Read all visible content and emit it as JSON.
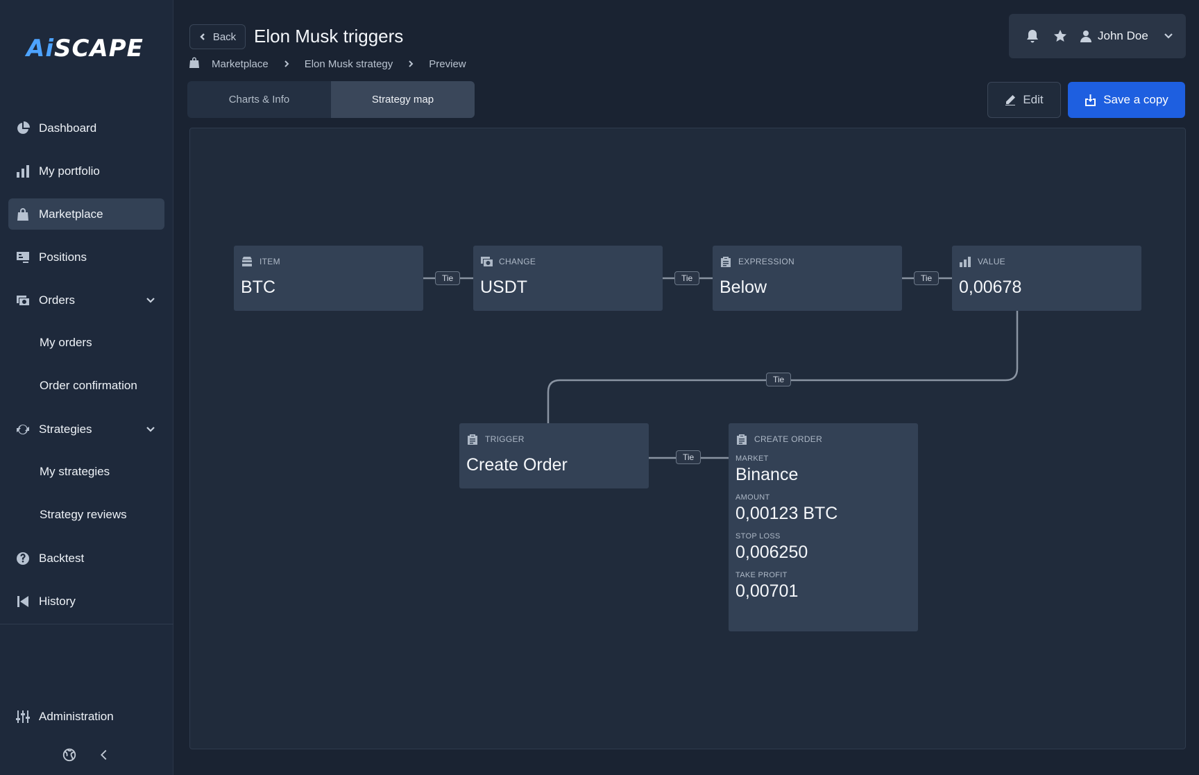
{
  "brand": {
    "logo_prefix": "Ai",
    "logo_text": "SCAPE",
    "accent": "#4da3ff"
  },
  "sidebar": {
    "items": [
      {
        "label": "Dashboard",
        "icon": "pie-chart-icon"
      },
      {
        "label": "My portfolio",
        "icon": "bar-chart-icon"
      },
      {
        "label": "Marketplace",
        "icon": "shopping-bag-icon",
        "active": true
      },
      {
        "label": "Positions",
        "icon": "checklist-icon"
      },
      {
        "label": "Orders",
        "icon": "cash-icon",
        "expandable": true
      },
      {
        "label": "Strategies",
        "icon": "refresh-icon",
        "expandable": true
      },
      {
        "label": "Backtest",
        "icon": "question-icon"
      },
      {
        "label": "History",
        "icon": "skip-back-icon"
      },
      {
        "label": "Administration",
        "icon": "sliders-icon"
      }
    ],
    "orders_sub": [
      "My orders",
      "Order confirmation"
    ],
    "strategies_sub": [
      "My strategies",
      "Strategy reviews"
    ]
  },
  "header": {
    "back_label": "Back",
    "title": "Elon Musk triggers",
    "breadcrumb": [
      "Marketplace",
      "Elon Musk strategy",
      "Preview"
    ],
    "tabs": [
      {
        "label": "Charts & Info",
        "active": false
      },
      {
        "label": "Strategy map",
        "active": true
      }
    ],
    "user_name": "John Doe",
    "edit_label": "Edit",
    "save_label": "Save a copy",
    "save_color": "#1e5fe0"
  },
  "map": {
    "tie_label": "Tie",
    "nodes": {
      "item": {
        "type": "ITEM",
        "value": "BTC",
        "icon": "stack-icon"
      },
      "change": {
        "type": "CHANGE",
        "value": "USDT",
        "icon": "exchange-icon"
      },
      "expression": {
        "type": "EXPRESSION",
        "value": "Below",
        "icon": "clipboard-icon"
      },
      "value": {
        "type": "VALUE",
        "value": "0,00678",
        "icon": "bar-chart-icon"
      },
      "trigger": {
        "type": "TRIGGER",
        "value": "Create Order",
        "icon": "clipboard-icon"
      },
      "create_order": {
        "type": "CREATE ORDER",
        "icon": "clipboard-icon",
        "fields": [
          {
            "label": "MARKET",
            "value": "Binance"
          },
          {
            "label": "AMOUNT",
            "value": "0,00123 BTC"
          },
          {
            "label": "STOP LOSS",
            "value": "0,006250"
          },
          {
            "label": "TAKE PROFIT",
            "value": "0,00701"
          }
        ]
      }
    }
  }
}
